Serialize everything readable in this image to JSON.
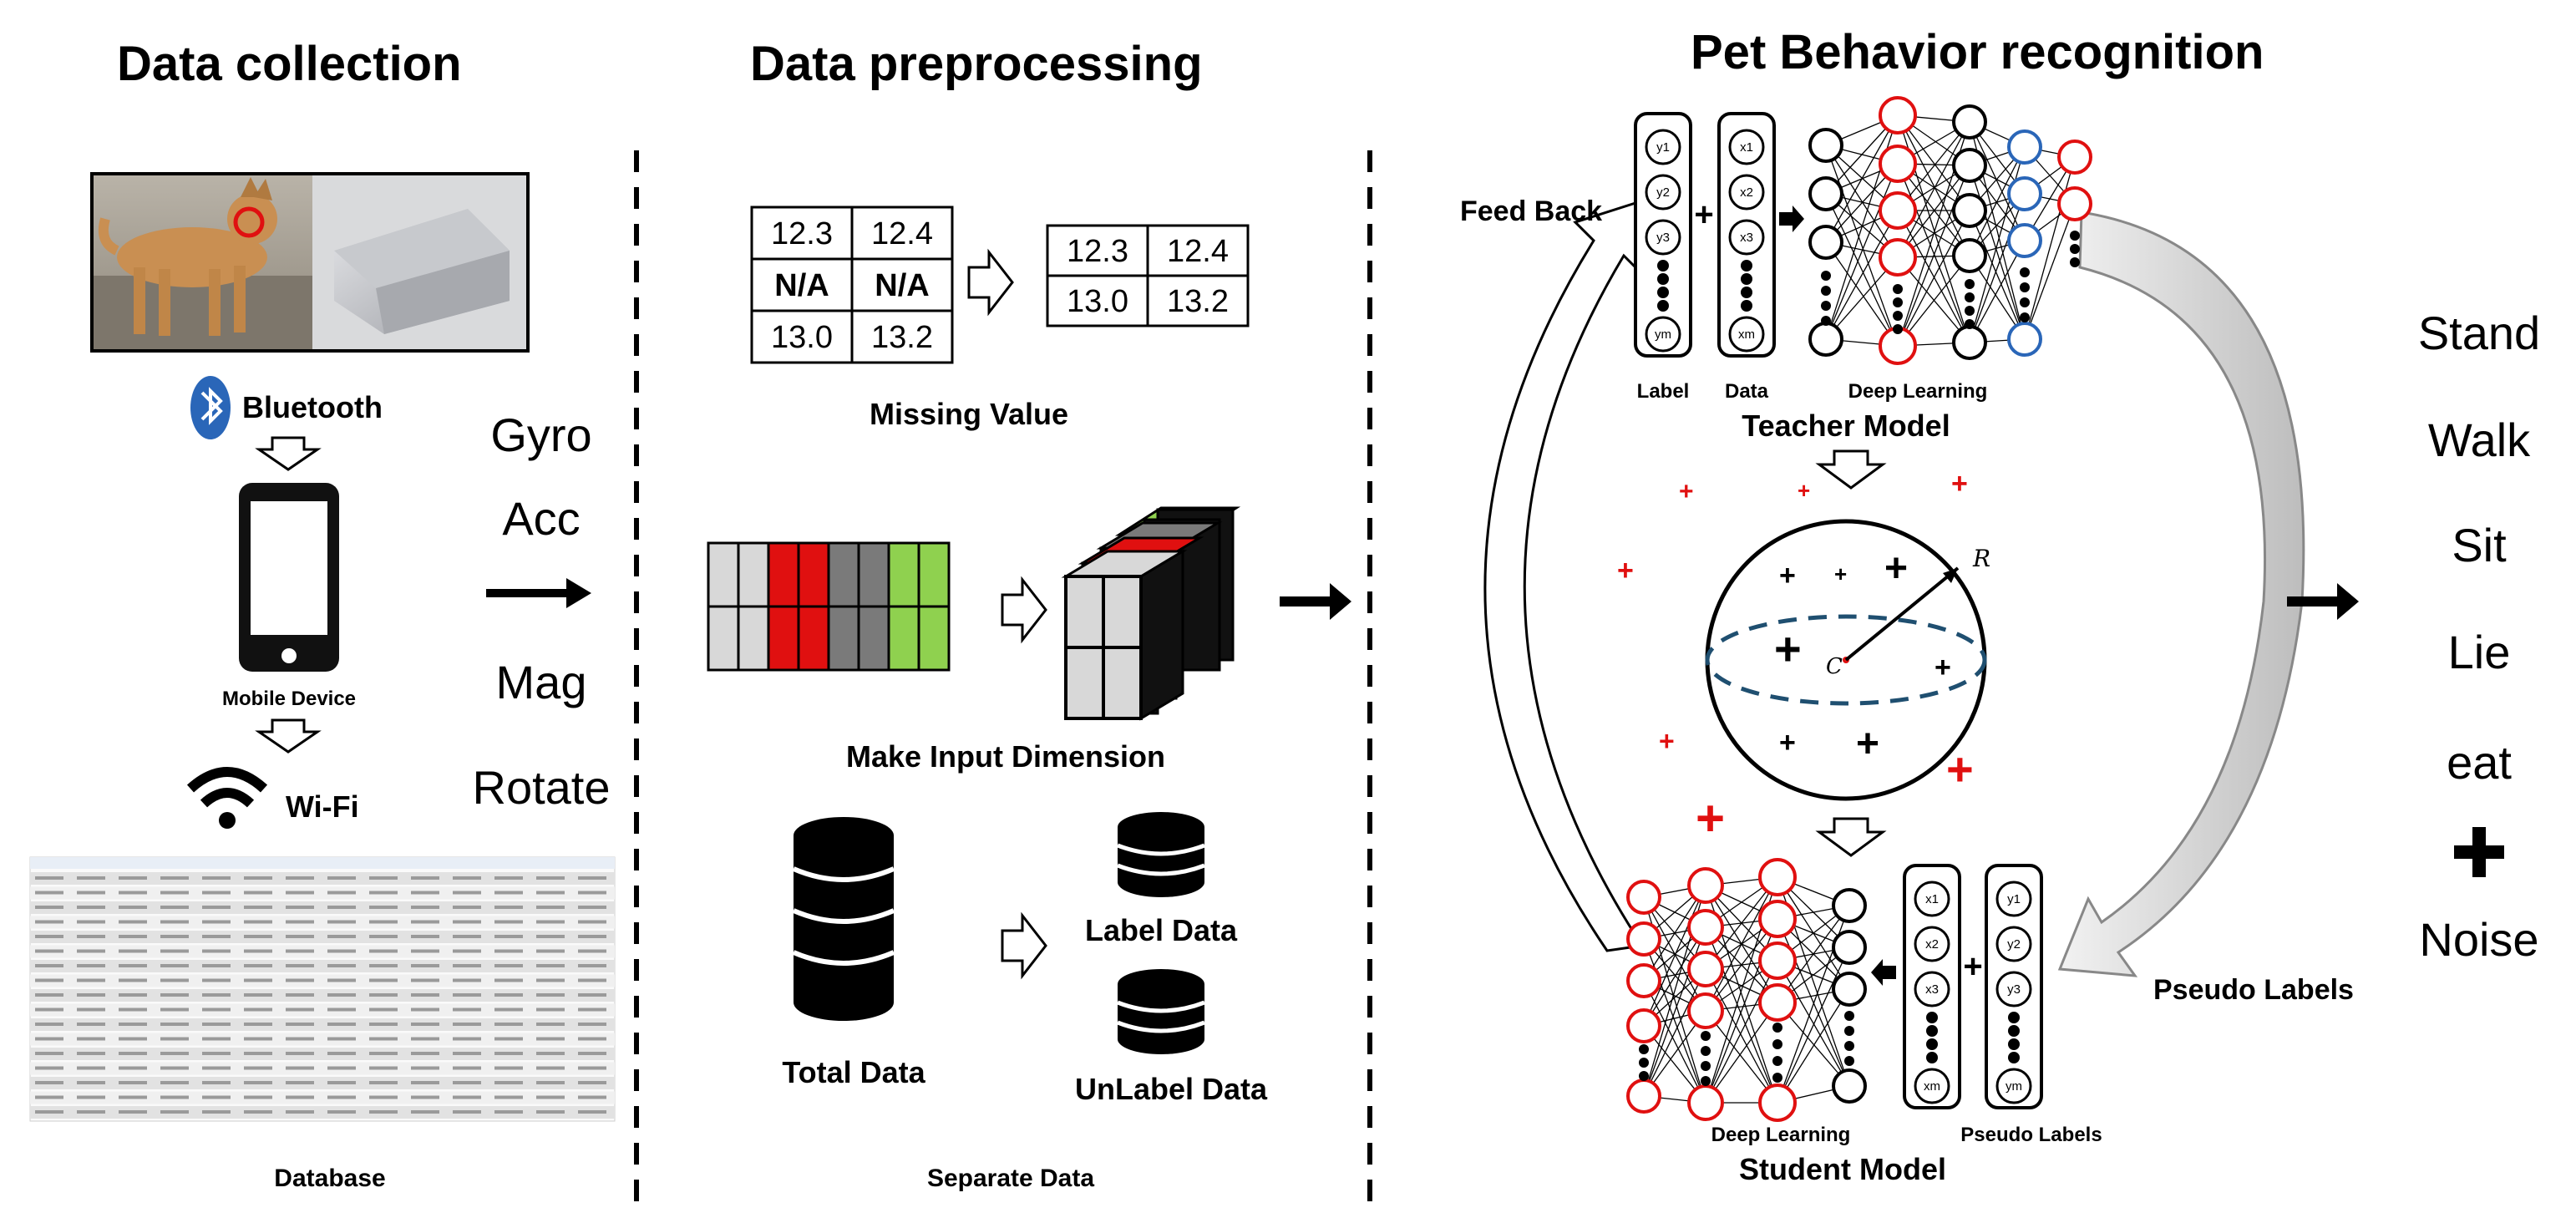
{
  "sections": {
    "collection": "Data collection",
    "preprocessing": "Data preprocessing",
    "recognition": "Pet Behavior recognition"
  },
  "collection": {
    "bluetooth": "Bluetooth",
    "mobile_device": "Mobile Device",
    "wifi": "Wi-Fi",
    "database": "Database",
    "sensors": [
      "Gyro",
      "Acc",
      "Mag",
      "Rotate"
    ]
  },
  "preprocessing": {
    "table_before": [
      [
        "12.3",
        "12.4"
      ],
      [
        "N/A",
        "N/A"
      ],
      [
        "13.0",
        "13.2"
      ]
    ],
    "table_after": [
      [
        "12.3",
        "12.4"
      ],
      [
        "13.0",
        "13.2"
      ]
    ],
    "missing_value": "Missing Value",
    "make_input_dimension": "Make Input Dimension",
    "total_data": "Total Data",
    "label_data": "Label Data",
    "unlabel_data": "UnLabel Data",
    "separate_data": "Separate Data"
  },
  "recognition": {
    "feed_back": "Feed Back",
    "pseudo_labels_side": "Pseudo Labels",
    "teacher": {
      "title": "Teacher Model",
      "label": "Label",
      "data": "Data",
      "deep_learning": "Deep Learning",
      "label_nodes": [
        "y1",
        "y2",
        "y3",
        "ym"
      ],
      "data_nodes": [
        "x1",
        "x2",
        "x3",
        "xm"
      ]
    },
    "student": {
      "title": "Student Model",
      "deep_learning": "Deep Learning",
      "pseudo_labels": "Pseudo Labels",
      "data_nodes": [
        "x1",
        "x2",
        "x3",
        "xm"
      ],
      "label_nodes": [
        "y1",
        "y2",
        "y3",
        "ym"
      ]
    },
    "sphere": {
      "center": "C",
      "radius": "R"
    }
  },
  "outputs": [
    "Stand",
    "Walk",
    "Sit",
    "Lie",
    "eat",
    "Noise"
  ],
  "colors": {
    "red": "#e01010",
    "blue": "#2a66b8",
    "green": "#8fd14f",
    "gray": "#808080",
    "light": "#d8d8d8"
  }
}
